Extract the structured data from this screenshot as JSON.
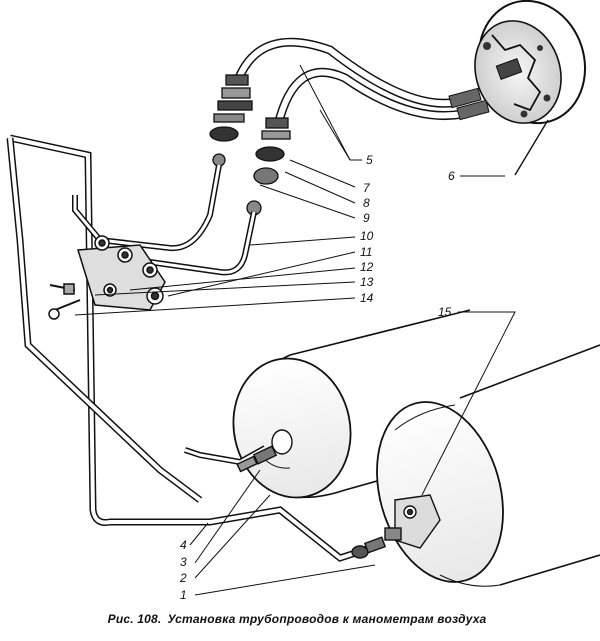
{
  "caption": {
    "figure_label": "Рис. 108.",
    "title": "Установка трубопроводов к манометрам воздуха"
  },
  "callouts": [
    "1",
    "2",
    "3",
    "4",
    "5",
    "6",
    "7",
    "8",
    "9",
    "10",
    "11",
    "12",
    "13",
    "14",
    "15"
  ]
}
